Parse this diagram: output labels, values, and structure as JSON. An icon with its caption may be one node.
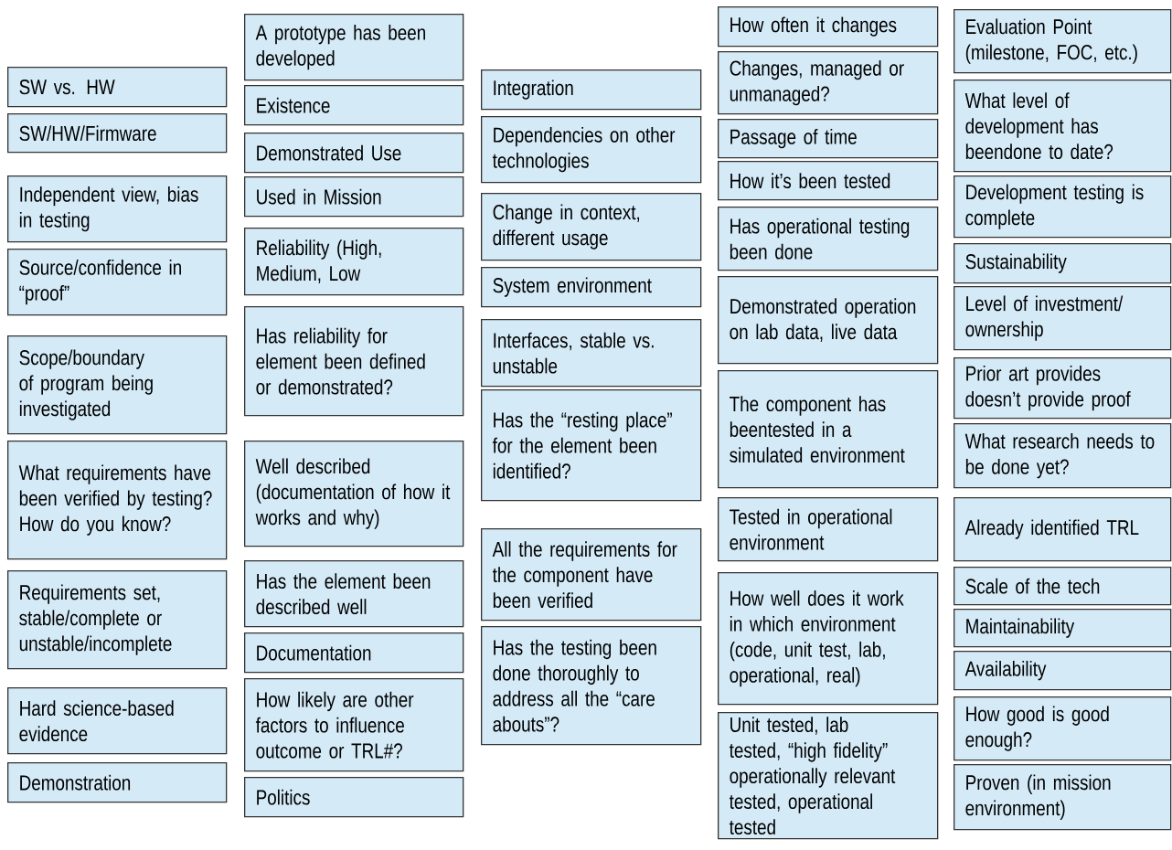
{
  "diagram": {
    "nodes": [
      {
        "text": [
          "SW vs. HW"
        ]
      },
      {
        "text": [
          "SW/HW/Firmware"
        ]
      },
      {
        "text": [
          "Independent view, bias in testing"
        ]
      },
      {
        "text": [
          "Source/confidence in “proof”"
        ]
      },
      {
        "text": [
          "Scope/boundary of program being investigated"
        ]
      },
      {
        "text": [
          "What requirements have been verified by testing? How do you know?"
        ]
      },
      {
        "text": [
          "Requirements set, stable/complete or unstable/incomplete"
        ]
      },
      {
        "text": [
          "Hard science-based evidence"
        ]
      },
      {
        "text": [
          "Demonstration"
        ]
      },
      {
        "text": [
          "A prototype has been developed"
        ]
      },
      {
        "text": [
          "Existence"
        ]
      },
      {
        "text": [
          "Demonstrated Use"
        ]
      },
      {
        "text": [
          "Used in Mission"
        ]
      },
      {
        "text": [
          "Reliability (High, Medium, Low"
        ]
      },
      {
        "text": [
          "Has reliability for element been defined or demonstrated?"
        ]
      },
      {
        "text": [
          "Well described (documentation of how it works and why)"
        ]
      },
      {
        "text": [
          "Has the element been described well"
        ]
      },
      {
        "text": [
          "Documentation"
        ]
      },
      {
        "text": [
          "How likely are other factors to influence outcome or TRL#?"
        ]
      },
      {
        "text": [
          "Politics"
        ]
      },
      {
        "text": [
          "Integration"
        ]
      },
      {
        "text": [
          "Dependencies on other technologies"
        ]
      },
      {
        "text": [
          "Change in context, different usage"
        ]
      },
      {
        "text": [
          "System environment"
        ]
      },
      {
        "text": [
          "Interfaces, stable vs. unstable"
        ]
      },
      {
        "text": [
          "Has the “resting place” for the element been identified?"
        ]
      },
      {
        "text": [
          "All the requirements for the component have been verified"
        ]
      },
      {
        "text": [
          "Has the testing been done thoroughly to address all the “care abouts”?"
        ]
      },
      {
        "text": [
          "How often it changes"
        ]
      },
      {
        "text": [
          "Changes, managed or unmanaged?"
        ]
      },
      {
        "text": [
          "Passage of time"
        ]
      },
      {
        "text": [
          "How it’s been tested"
        ]
      },
      {
        "text": [
          "Has operational testing been done"
        ]
      },
      {
        "text": [
          "Demonstrated operation on lab data, live data"
        ]
      },
      {
        "text": [
          "The component has beentested in a simulated environment"
        ]
      },
      {
        "text": [
          "Tested in operational environment"
        ]
      },
      {
        "text": [
          "How well does it work in which environment (code, unit test, lab, operational, real)"
        ]
      },
      {
        "text": [
          "Unit tested, lab tested, “high fidelity” operationally relevant tested, operational tested"
        ]
      },
      {
        "text": [
          "Evaluation Point (milestone, FOC, etc.)"
        ]
      },
      {
        "text": [
          "What level of development has beendone to date?"
        ]
      },
      {
        "text": [
          "Development testing is complete"
        ]
      },
      {
        "text": [
          "Sustainability"
        ]
      },
      {
        "text": [
          "Level of investment/ ownership"
        ]
      },
      {
        "text": [
          "Prior art provides doesn’t provide proof"
        ]
      },
      {
        "text": [
          "What research needs to be done yet?"
        ]
      },
      {
        "text": [
          "Already identified TRL"
        ]
      },
      {
        "text": [
          "Scale of the tech"
        ]
      },
      {
        "text": [
          "Maintainability"
        ]
      },
      {
        "text": [
          "Availability"
        ]
      },
      {
        "text": [
          "How good is good enough?"
        ]
      },
      {
        "text": [
          "Proven (in mission environment)"
        ]
      }
    ]
  }
}
